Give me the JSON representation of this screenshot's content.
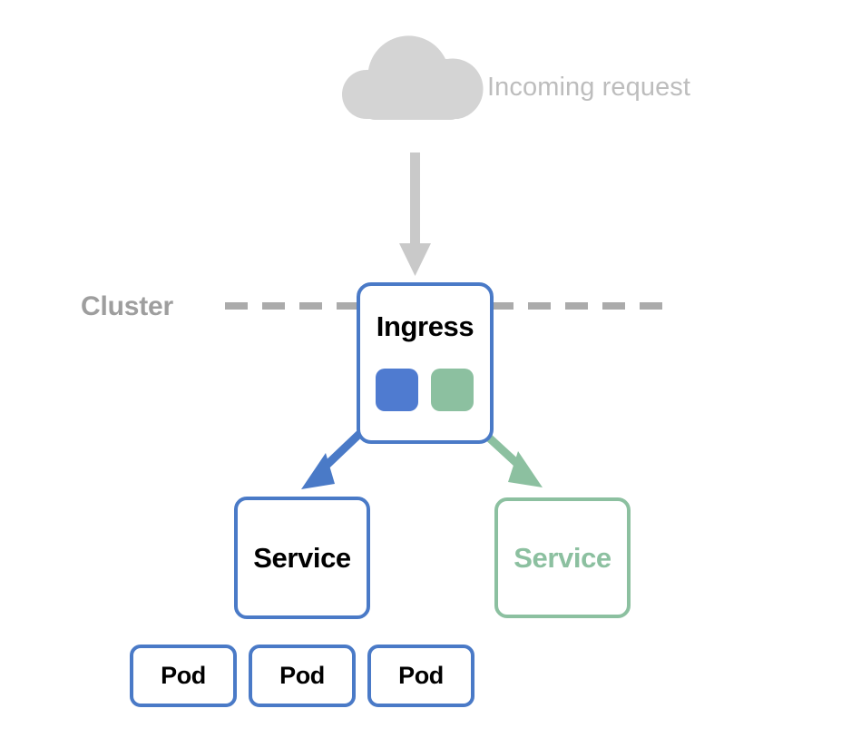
{
  "diagram": {
    "title_caption": "Incoming request",
    "boundary_label": "Cluster",
    "colors": {
      "blue": "#4a7ac7",
      "blue_chip": "#4f7bd0",
      "green": "#8cc0a0",
      "gray_cloud": "#d4d4d4",
      "gray_arrow": "#c9c9c9",
      "gray_dash": "#ababab",
      "cluster_text": "#9e9e9e",
      "caption_text": "#bdbdbd",
      "text_black": "#000000"
    },
    "cloud": {
      "icon": "cloud-icon"
    },
    "entry_arrow": {
      "icon": "down-arrow-icon"
    },
    "ingress": {
      "label": "Ingress",
      "chips": [
        {
          "name": "blue-chip",
          "color": "#4f7bd0"
        },
        {
          "name": "green-chip",
          "color": "#8cc0a0"
        }
      ]
    },
    "services": [
      {
        "label": "Service",
        "color": "#4a7ac7",
        "text_color": "#000000"
      },
      {
        "label": "Service",
        "color": "#8cc0a0",
        "text_color": "#8cc0a0"
      }
    ],
    "pods": [
      {
        "label": "Pod"
      },
      {
        "label": "Pod"
      },
      {
        "label": "Pod"
      }
    ],
    "routing_arrows": [
      {
        "name": "ingress-to-service-blue",
        "color": "#4a7ac7"
      },
      {
        "name": "ingress-to-service-green",
        "color": "#8cc0a0"
      }
    ]
  }
}
